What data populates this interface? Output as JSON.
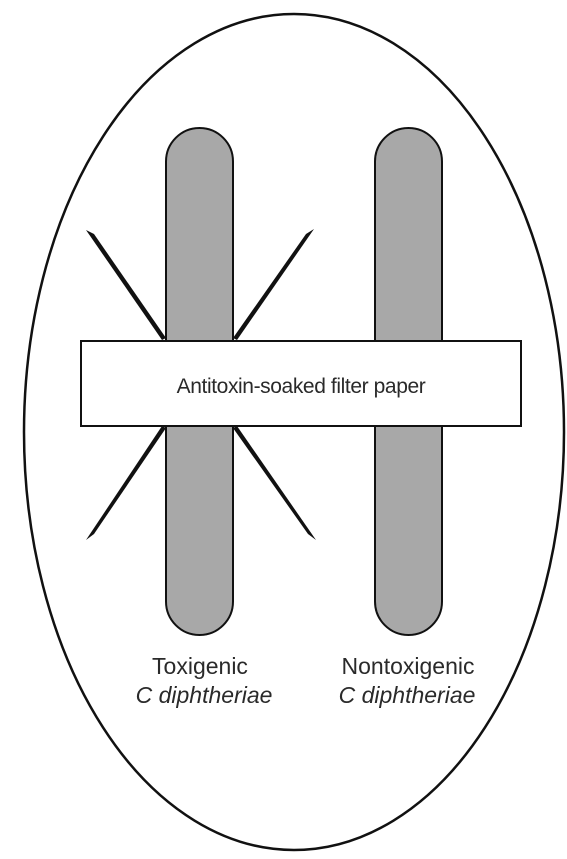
{
  "colors": {
    "background": "#ffffff",
    "outline": "#111111",
    "streak_fill": "#a8a8a8",
    "precipitin_line": "#111111",
    "paper_fill": "#ffffff",
    "text": "#2a2a2a"
  },
  "filter_paper": {
    "label": "Antitoxin-soaked filter paper"
  },
  "streaks": [
    {
      "strain": "Toxigenic",
      "organism": "C diphtheriae",
      "precipitin_lines": true
    },
    {
      "strain": "Nontoxigenic",
      "organism": "C diphtheriae",
      "precipitin_lines": false
    }
  ]
}
